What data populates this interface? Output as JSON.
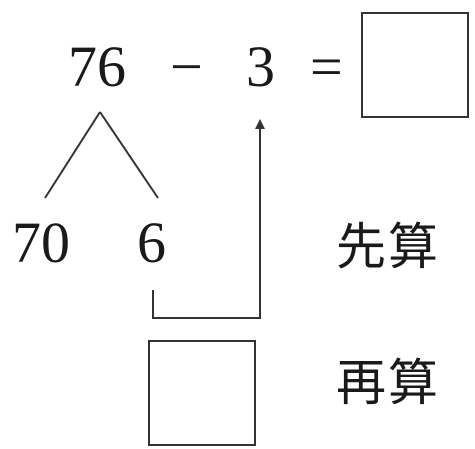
{
  "equation": {
    "minuend": "76",
    "operator": "−",
    "subtrahend": "3",
    "equals": "="
  },
  "split": {
    "tens": "70",
    "ones": "6"
  },
  "steps": {
    "first": "先算",
    "then": "再算"
  },
  "colors": {
    "ink": "#1a1a1a",
    "line": "#333333"
  }
}
